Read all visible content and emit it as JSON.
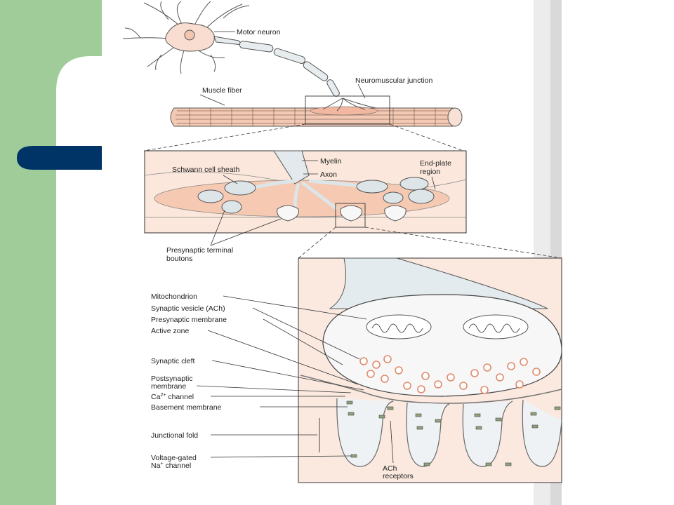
{
  "colors": {
    "sidebar_green": "#9fcc98",
    "accent_navy": "#003366",
    "tissue_peach": "#f6d2bd",
    "membrane_gray": "#dfe6ea",
    "page_gray": "#e6e6e6"
  },
  "labels": {
    "motor_neuron": "Motor neuron",
    "neuromuscular_junction": "Neuromuscular junction",
    "muscle_fiber": "Muscle fiber",
    "myelin": "Myelin",
    "axon": "Axon",
    "schwann_cell_sheath": "Schwann cell sheath",
    "end_plate_line1": "End-plate",
    "end_plate_line2": "region",
    "presynaptic_line1": "Presynaptic terminal",
    "presynaptic_line2": "boutons",
    "mitochondrion": "Mitochondrion",
    "synaptic_vesicle": "Synaptic vesicle (ACh)",
    "presynaptic_membrane": "Presynaptic membrane",
    "active_zone": "Active zone",
    "synaptic_cleft": "Synaptic cleft",
    "postsynaptic_line1": "Postsynaptic",
    "postsynaptic_line2": "membrane",
    "ca_channel_prefix": "Ca",
    "ca_channel_sup": "2+",
    "ca_channel_suffix": " channel",
    "basement_membrane": "Basement membrane",
    "junctional_fold": "Junctional fold",
    "voltage_gated_line1": "Voltage-gated",
    "voltage_gated_prefix": "Na",
    "voltage_gated_sup": "+",
    "voltage_gated_suffix": " channel",
    "ach_line1": "ACh",
    "ach_line2": "receptors"
  }
}
